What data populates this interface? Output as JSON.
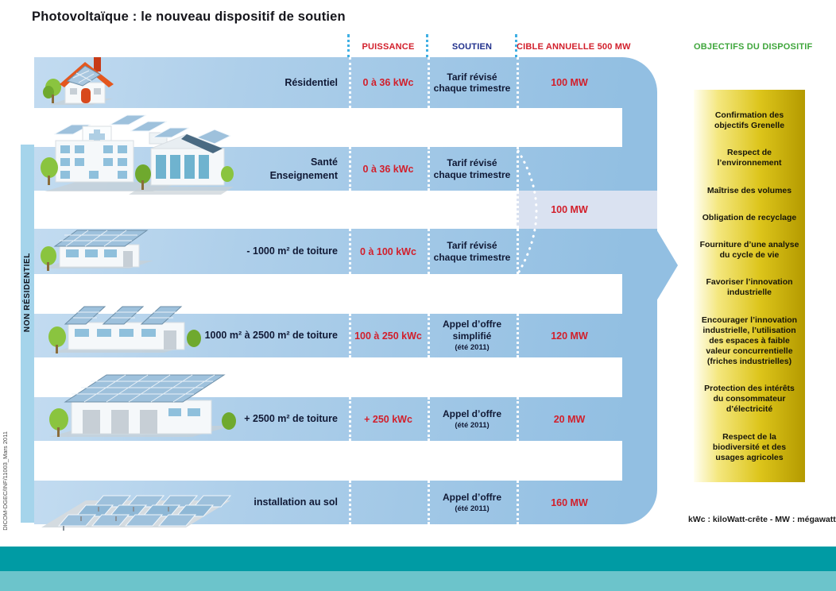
{
  "title": "Photovoltaïque : le nouveau dispositif de soutien",
  "columns": {
    "puissance": "PUISSANCE",
    "soutien": "SOUTIEN",
    "cible": "CIBLE ANNUELLE 500 MW",
    "objectifs": "OBJECTIFS DU DISPOSITIF"
  },
  "side_label": "NON RÉSIDENTIEL",
  "credit": "DICOM-DGEC/INF/11003_Mars 2011",
  "footnote": "kWc : kiloWatt-crête  - MW : mégawatt",
  "rows": [
    {
      "label": "Résidentiel",
      "puissance": "0 à 36 kWc",
      "soutien": "Tarif révisé\nchaque trimestre",
      "note": "",
      "cible": "100 MW",
      "icon": "house"
    },
    {
      "label": "Santé\nEnseignement",
      "puissance": "0 à 36 kWc",
      "soutien": "Tarif révisé\nchaque trimestre",
      "note": "",
      "cible": "",
      "icon": "health-school-buildings"
    },
    {
      "label": "- 1000 m² de toiture",
      "puissance": "0 à 100 kWc",
      "soutien": "Tarif révisé\nchaque trimestre",
      "note": "",
      "cible": "",
      "icon": "small-industrial-building"
    },
    {
      "label": "1000 m² à 2500 m² de toiture",
      "puissance": "100 à 250 kWc",
      "soutien": "Appel d’offre\nsimplifié",
      "note": "(été 2011)",
      "cible": "120 MW",
      "icon": "factory"
    },
    {
      "label": "+ 2500 m² de toiture",
      "puissance": "+ 250 kWc",
      "soutien": "Appel d’offre",
      "note": "(été 2011)",
      "cible": "20 MW",
      "icon": "warehouse"
    },
    {
      "label": "installation au sol",
      "puissance": "",
      "soutien": "Appel d’offre",
      "note": "(été 2011)",
      "cible": "160 MW",
      "icon": "ground-array"
    }
  ],
  "merged_cible": "100 MW",
  "objectives": [
    "Confirmation des objectifs Grenelle",
    "Respect de l’environnement",
    "Maîtrise des volumes",
    "Obligation de recyclage",
    "Fourniture d’une analyse du cycle de vie",
    "Favoriser l’innovation industrielle",
    "Encourager l’innovation industrielle, l’utilisation des espaces à faible valeur concurrentielle (friches industrielles)",
    "Protection des intérêts du consommateur d’électricité",
    "Respect de la biodiversité et des usages agricoles"
  ],
  "colors": {
    "accent_red": "#D21F2B",
    "accent_navy": "#20308C",
    "accent_green": "#3FA63C",
    "row_blue": "#A9CDE9",
    "spine_blue": "#92BFE2",
    "merged_lavender": "#DAE2F1",
    "strip_blue": "#A5D4EB",
    "gold_dark": "#B49A00",
    "teal_dark": "#009BA4",
    "teal_light": "#6CC4CB"
  }
}
